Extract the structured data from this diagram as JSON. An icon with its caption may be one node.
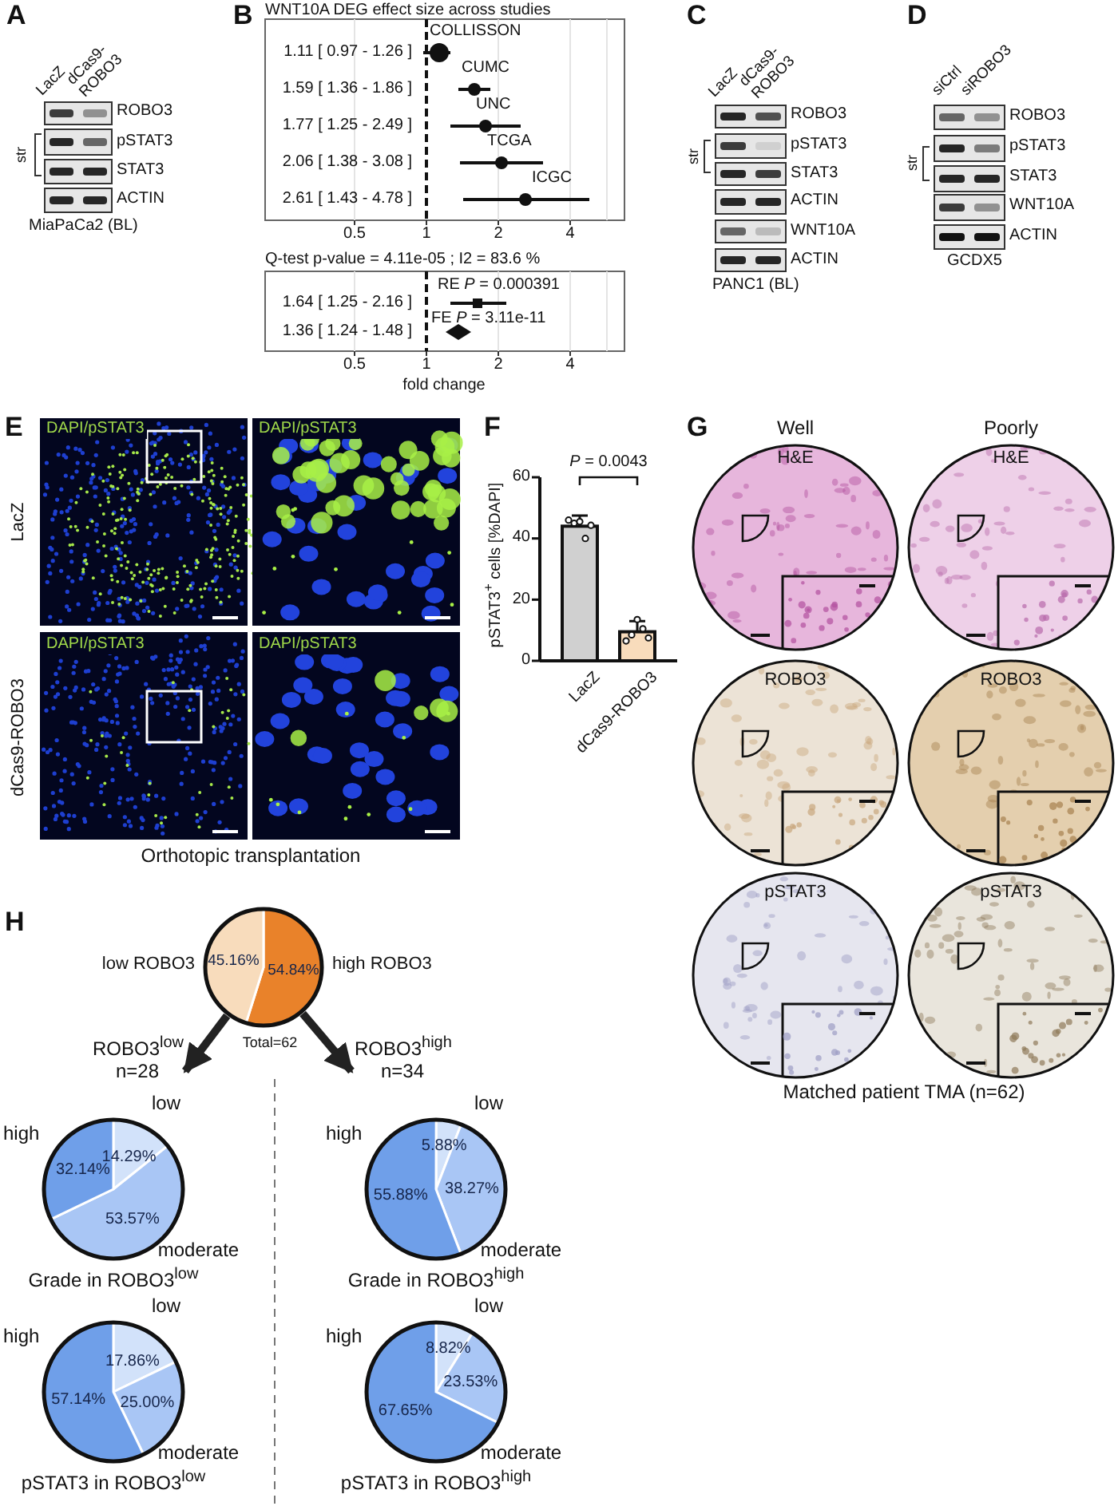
{
  "diagram": {
    "nodes": [
      {
        "text": [
          "45.16%",
          "54.84%"
        ],
        "beside": [
          "low ROBO3",
          "high ROBO3",
          "Total=62"
        ]
      },
      {
        "text": [
          "ROBO3$^{low}$ n=28"
        ]
      },
      {
        "text": [
          "ROBO3$^{high}$ n=34"
        ]
      },
      {
        "text": [
          "14.29%",
          "32.14%",
          "53.57%"
        ],
        "beside": [
          "low",
          "high",
          "moderate",
          "Grade in ROBO3$^{low}$"
        ]
      },
      {
        "text": [
          "5.88%",
          "55.88%",
          "38.27%"
        ],
        "beside": [
          "low",
          "high",
          "moderate",
          "Grade in ROBO3$^{high}$"
        ]
      },
      {
        "text": [
          "17.86%",
          "57.14%",
          "25.00%"
        ],
        "beside": [
          "low",
          "high",
          "moderate",
          "pSTAT3 in ROBO3$^{low}$"
        ]
      },
      {
        "text": [
          "8.82%",
          "23.53%",
          "67.65%"
        ],
        "beside": [
          "low",
          "high",
          "moderate",
          "pSTAT3 in ROBO3$^{high}$"
        ]
      }
    ],
    "edges": [
      {
        "from": 0,
        "to": 1,
        "arrow": "to"
      },
      {
        "from": 0,
        "to": 2,
        "arrow": "to"
      }
    ],
    "labels": [
      "A",
      "B",
      "WNT10A DEG effect size across studies",
      "C",
      "D",
      "LacZ",
      "dCas9- ROBO3",
      "ROBO3",
      "pSTAT3",
      "STAT3",
      "ACTIN",
      "str",
      "MiaPaCa2 (BL)",
      "COLLISSON",
      "1.11 [ 0.97 - 1.26 ]",
      "CUMC",
      "1.59 [ 1.36 - 1.86 ]",
      "UNC",
      "1.77 [ 1.25 - 2.49 ]",
      "TCGA",
      "2.06 [ 1.38 - 3.08 ]",
      "ICGC",
      "2.61 [ 1.43 - 4.78 ]",
      "0.5",
      "1",
      "2",
      "4",
      "Q-test p-value = 4.11e-05 ; I2 = 83.6 %",
      "RE *P* = 0.000391",
      "1.64 [ 1.25 - 2.16 ]",
      "FE *P* = 3.11e-11",
      "1.36 [ 1.24 - 1.48 ]",
      "0.5",
      "1",
      "2",
      "4",
      "fold change",
      "LacZ",
      "dCas9- ROBO3",
      "ROBO3",
      "pSTAT3",
      "STAT3",
      "ACTIN",
      "WNT10A",
      "ACTIN",
      "str",
      "PANC1 (BL)",
      "siCtrl",
      "siROBO3",
      "ROBO3",
      "pSTAT3",
      "STAT3",
      "WNT10A",
      "ACTIN",
      "str",
      "GCDX5",
      "E",
      "DAPI/pSTAT3",
      "DAPI/pSTAT3",
      "F",
      "G",
      "Well",
      "Poorly",
      "H&E",
      "H&E",
      "LacZ",
      "DAPI/pSTAT3",
      "DAPI/pSTAT3",
      "dCas9-ROBO3",
      "ROBO3",
      "ROBO3",
      "Orthotopic transplantation",
      "pSTAT3",
      "pSTAT3",
      "Matched patient TMA (n=62)",
      "H"
    ],
    "chart_data": {
      "type": "bar",
      "ylabel": "pSTAT3$^{+}$ cells [%DAPI]",
      "categories": [
        "LacZ",
        "dCas9-ROBO3"
      ],
      "values": [
        44,
        9.5
      ],
      "ylim": [
        0,
        60
      ],
      "yticks": [
        0,
        20,
        40,
        60
      ],
      "annotations": [
        "*P* = 0.0043"
      ]
    }
  }
}
